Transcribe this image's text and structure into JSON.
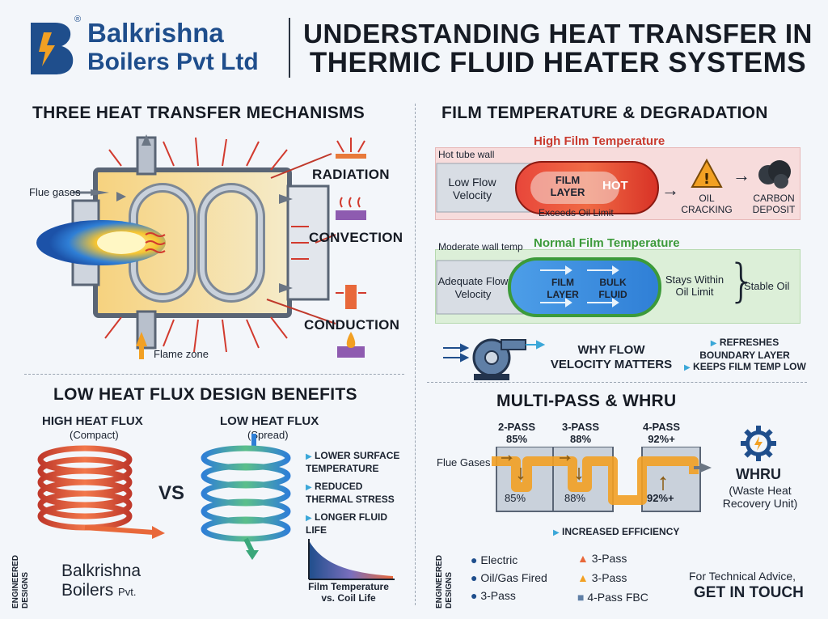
{
  "header": {
    "brand_line1": "Balkrishna",
    "brand_line2": "Boilers Pvt Ltd",
    "registered": "®",
    "title_line1": "UNDERSTANDING HEAT TRANSFER IN",
    "title_line2": "THERMIC FLUID HEATER SYSTEMS"
  },
  "mechanisms": {
    "title": "THREE HEAT TRANSFER MECHANISMS",
    "flue_gases": "Flue gases",
    "flame_zone": "Flame zone",
    "radiation": "RADIATION",
    "convection": "CONVECTION",
    "conduction": "CONDUCTION"
  },
  "film": {
    "title": "FILM TEMPERATURE & DEGRADATION",
    "high_title": "High Film Temperature",
    "hot_tube_wall": "Hot tube wall",
    "low_flow": "Low Flow Velocity",
    "film_layer": "FILM LAYER",
    "hot": "HOT",
    "exceeds": "Exceeds Oil Limit",
    "oil_cracking": "OIL CRACKING",
    "carbon_deposit": "CARBON DEPOSIT",
    "normal_title": "Normal Film Temperature",
    "moderate_wall": "Moderate wall temp",
    "adequate_flow": "Adequate Flow Velocity",
    "film_layer2": "FILM LAYER",
    "bulk_fluid": "BULK FLUID",
    "stays_within": "Stays Within Oil Limit",
    "stable_oil": "Stable Oil",
    "why_flow": "WHY FLOW VELOCITY MATTERS",
    "refreshes": "REFRESHES BOUNDARY LAYER",
    "keeps_low": "KEEPS FILM TEMP LOW"
  },
  "flux": {
    "title": "LOW HEAT FLUX DESIGN BENEFITS",
    "high_flux": "HIGH HEAT FLUX",
    "compact": "(Compact)",
    "low_flux": "LOW HEAT FLUX",
    "spread": "(Spread)",
    "vs": "VS",
    "benefit1": "LOWER SURFACE TEMPERATURE",
    "benefit2": "REDUCED THERMAL STRESS",
    "benefit3": "LONGER FLUID LIFE",
    "graph_caption": "Film Temperature vs. Coil Life",
    "engineered": "ENGINEERED DESIGNS",
    "brand1": "Balkrishna",
    "brand2": "Boilers",
    "brand3": "Pvt."
  },
  "multipass": {
    "title": "MULTI-PASS & WHRU",
    "pass2": "2-PASS",
    "pass2_pct": "85%",
    "pass3": "3-PASS",
    "pass3_pct": "88%",
    "pass4": "4-PASS",
    "pass4_pct": "92%+",
    "flue_gases": "Flue Gases",
    "inner1": "85%",
    "inner2": "88%",
    "inner3": "92%+",
    "whru": "WHRU",
    "whru_full": "(Waste Heat Recovery Unit)",
    "increased": "INCREASED EFFICIENCY",
    "engineered": "ENGINEERED DESIGNS",
    "d1": "Electric",
    "d2": "Oil/Gas Fired",
    "d3": "3-Pass",
    "d4": "3-Pass",
    "d5": "3-Pass",
    "d6": "4-Pass FBC",
    "advice": "For Technical Advice,",
    "contact": "GET IN TOUCH"
  }
}
